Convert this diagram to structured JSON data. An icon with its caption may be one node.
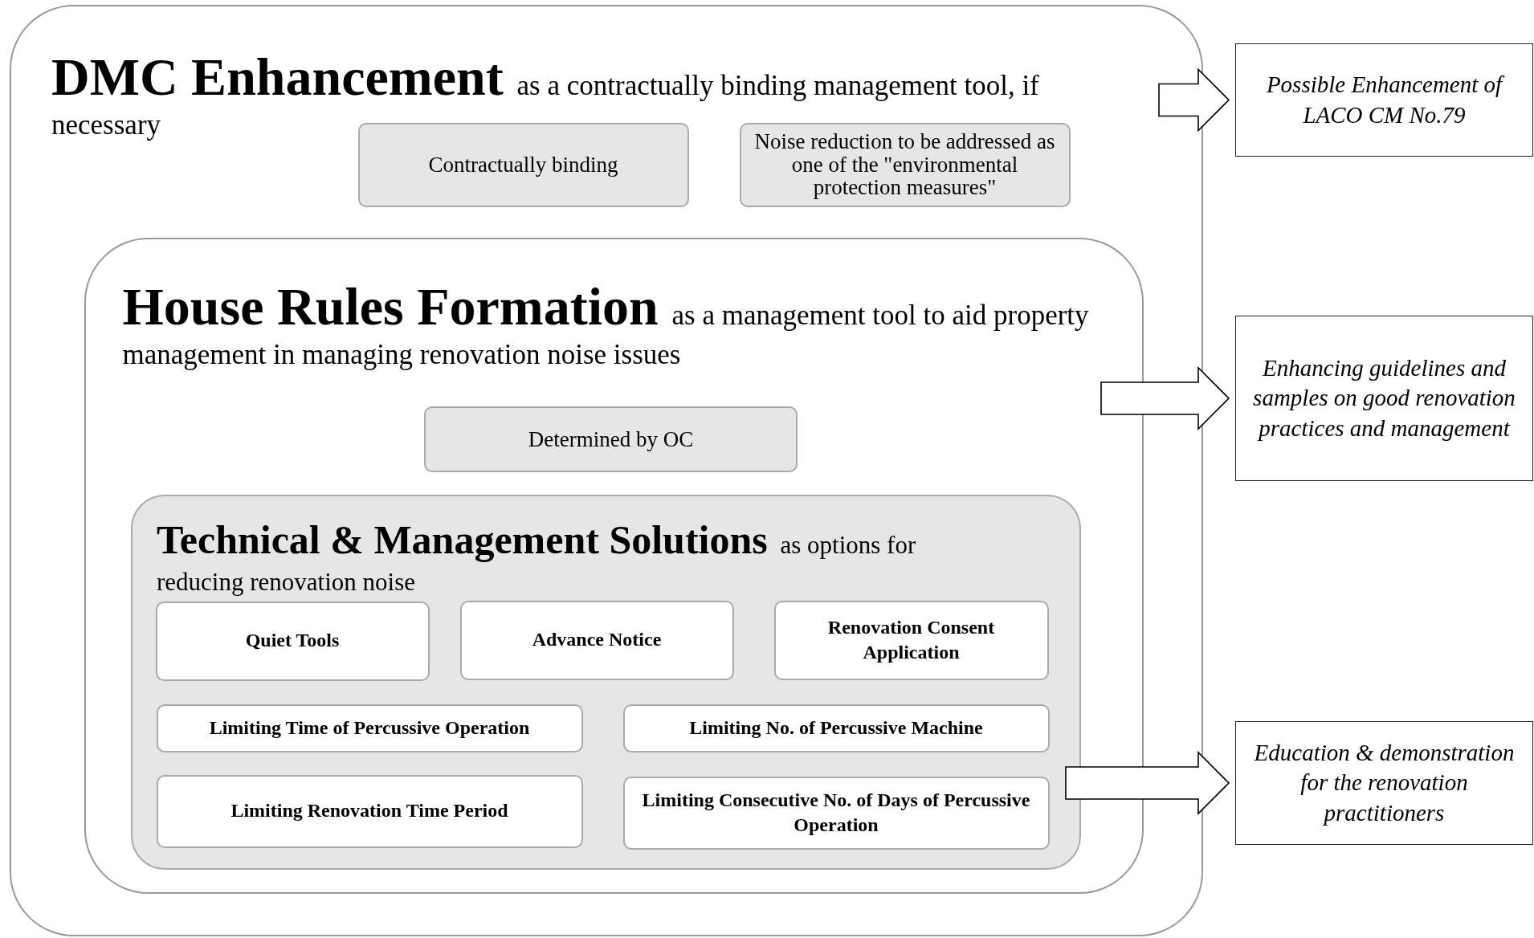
{
  "diagram": {
    "nodes": [
      {
        "text": [
          "**DMC Enhancement** as a contractually binding management tool, if necessary"
        ]
      },
      {
        "text": [
          "Contractually binding"
        ],
        "in": 0
      },
      {
        "text": [
          "Noise reduction to be addressed as one of the \"environmental protection measures\""
        ],
        "in": 0
      },
      {
        "text": [
          "**House Rules Formation** as a management tool to aid property management in managing renovation noise issues"
        ],
        "in": 0
      },
      {
        "text": [
          "Determined by OC"
        ],
        "in": 3
      },
      {
        "text": [
          "**Technical & Management Solutions** as options for reducing renovation noise"
        ],
        "in": 3
      },
      {
        "text": [
          "Quiet Tools"
        ],
        "in": 5
      },
      {
        "text": [
          "Advance Notice"
        ],
        "in": 5
      },
      {
        "text": [
          "Renovation Consent Application"
        ],
        "in": 5
      },
      {
        "text": [
          "Limiting Time of Percussive Operation"
        ],
        "in": 5
      },
      {
        "text": [
          "Limiting No. of Percussive Machine"
        ],
        "in": 5
      },
      {
        "text": [
          "Limiting Renovation Time Period"
        ],
        "in": 5
      },
      {
        "text": [
          "Limiting Consecutive No. of Days of Percussive Operation"
        ],
        "in": 5
      },
      {
        "text": [
          "Possible Enhancement of LACO CM No.79"
        ]
      },
      {
        "text": [
          "Enhancing guidelines and samples on good renovation practices and management"
        ]
      },
      {
        "text": [
          "Education & demonstration for the renovation practitioners"
        ]
      }
    ],
    "edges": [
      {
        "from": 0,
        "to": 13,
        "arrow": "to"
      },
      {
        "from": 3,
        "to": 14,
        "arrow": "to"
      },
      {
        "from": 5,
        "to": 15,
        "arrow": "to"
      }
    ]
  }
}
